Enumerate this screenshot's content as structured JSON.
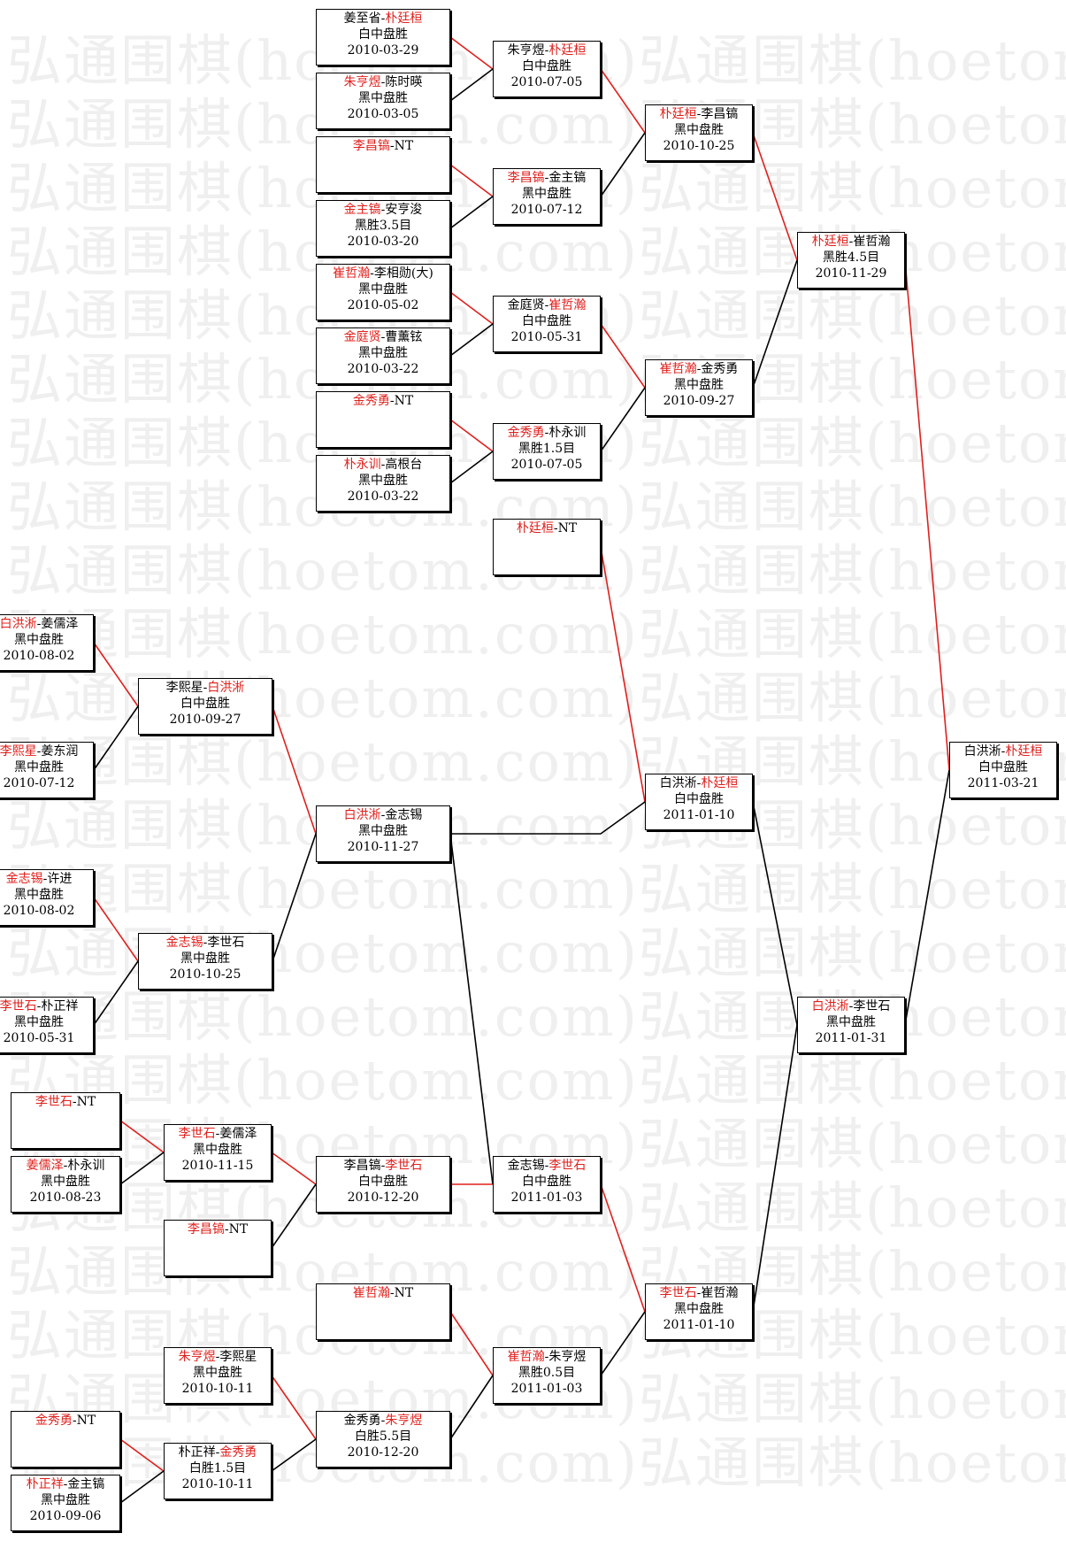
{
  "watermark": "弘通围棋(hoetom.com)",
  "colors": {
    "winner_text": "#e0201c",
    "winner_path": "#e0201c",
    "loser_path": "#000000",
    "box_border": "#000000"
  },
  "matches": [
    {
      "id": "m01",
      "p1": "姜至省",
      "p2": "朴廷桓",
      "winner": 2,
      "result": "白中盘胜",
      "date": "2010-03-29"
    },
    {
      "id": "m02",
      "p1": "朱亨煜",
      "p2": "陈时暎",
      "winner": 1,
      "result": "黑中盘胜",
      "date": "2010-03-05"
    },
    {
      "id": "m03",
      "p1": "李昌镐",
      "p2": "NT",
      "winner": 1,
      "result": "",
      "date": ""
    },
    {
      "id": "m04",
      "p1": "金主镐",
      "p2": "安亨浚",
      "winner": 1,
      "result": "黑胜3.5目",
      "date": "2010-03-20"
    },
    {
      "id": "m05",
      "p1": "崔哲瀚",
      "p2": "李相勋(大)",
      "winner": 1,
      "result": "黑中盘胜",
      "date": "2010-05-02"
    },
    {
      "id": "m06",
      "p1": "金庭贤",
      "p2": "曹薰铉",
      "winner": 1,
      "result": "黑中盘胜",
      "date": "2010-03-22"
    },
    {
      "id": "m07",
      "p1": "金秀勇",
      "p2": "NT",
      "winner": 1,
      "result": "",
      "date": ""
    },
    {
      "id": "m08",
      "p1": "朴永训",
      "p2": "高根台",
      "winner": 1,
      "result": "黑中盘胜",
      "date": "2010-03-22"
    },
    {
      "id": "m09",
      "p1": "朱亨煜",
      "p2": "朴廷桓",
      "winner": 2,
      "result": "白中盘胜",
      "date": "2010-07-05"
    },
    {
      "id": "m10",
      "p1": "李昌镐",
      "p2": "金主镐",
      "winner": 1,
      "result": "黑中盘胜",
      "date": "2010-07-12"
    },
    {
      "id": "m11",
      "p1": "金庭贤",
      "p2": "崔哲瀚",
      "winner": 2,
      "result": "白中盘胜",
      "date": "2010-05-31"
    },
    {
      "id": "m12",
      "p1": "金秀勇",
      "p2": "朴永训",
      "winner": 1,
      "result": "黑胜1.5目",
      "date": "2010-07-05"
    },
    {
      "id": "m13",
      "p1": "朴廷桓",
      "p2": "李昌镐",
      "winner": 1,
      "result": "黑中盘胜",
      "date": "2010-10-25"
    },
    {
      "id": "m14",
      "p1": "崔哲瀚",
      "p2": "金秀勇",
      "winner": 1,
      "result": "黑中盘胜",
      "date": "2010-09-27"
    },
    {
      "id": "m15",
      "p1": "朴廷桓",
      "p2": "崔哲瀚",
      "winner": 1,
      "result": "黑胜4.5目",
      "date": "2010-11-29"
    },
    {
      "id": "m16",
      "p1": "朴廷桓",
      "p2": "NT",
      "winner": 1,
      "result": "",
      "date": ""
    },
    {
      "id": "m17",
      "p1": "白洪淅",
      "p2": "姜儒泽",
      "winner": 1,
      "result": "黑中盘胜",
      "date": "2010-08-02"
    },
    {
      "id": "m18",
      "p1": "李熙星",
      "p2": "姜东润",
      "winner": 1,
      "result": "黑中盘胜",
      "date": "2010-07-12"
    },
    {
      "id": "m19",
      "p1": "李熙星",
      "p2": "白洪淅",
      "winner": 2,
      "result": "白中盘胜",
      "date": "2010-09-27"
    },
    {
      "id": "m20",
      "p1": "金志锡",
      "p2": "许进",
      "winner": 1,
      "result": "黑中盘胜",
      "date": "2010-08-02"
    },
    {
      "id": "m21",
      "p1": "李世石",
      "p2": "朴正祥",
      "winner": 1,
      "result": "黑中盘胜",
      "date": "2010-05-31"
    },
    {
      "id": "m22",
      "p1": "金志锡",
      "p2": "李世石",
      "winner": 1,
      "result": "黑中盘胜",
      "date": "2010-10-25"
    },
    {
      "id": "m23",
      "p1": "白洪淅",
      "p2": "金志锡",
      "winner": 1,
      "result": "黑中盘胜",
      "date": "2010-11-27"
    },
    {
      "id": "m24",
      "p1": "白洪淅",
      "p2": "朴廷桓",
      "winner": 2,
      "result": "白中盘胜",
      "date": "2011-01-10"
    },
    {
      "id": "m25",
      "p1": "李世石",
      "p2": "NT",
      "winner": 1,
      "result": "",
      "date": ""
    },
    {
      "id": "m26",
      "p1": "姜儒泽",
      "p2": "朴永训",
      "winner": 1,
      "result": "黑中盘胜",
      "date": "2010-08-23"
    },
    {
      "id": "m27",
      "p1": "李世石",
      "p2": "姜儒泽",
      "winner": 1,
      "result": "黑中盘胜",
      "date": "2010-11-15"
    },
    {
      "id": "m28",
      "p1": "李昌镐",
      "p2": "NT",
      "winner": 1,
      "result": "",
      "date": ""
    },
    {
      "id": "m29",
      "p1": "李昌镐",
      "p2": "李世石",
      "winner": 2,
      "result": "白中盘胜",
      "date": "2010-12-20"
    },
    {
      "id": "m30",
      "p1": "金志锡",
      "p2": "李世石",
      "winner": 2,
      "result": "白中盘胜",
      "date": "2011-01-03"
    },
    {
      "id": "m31",
      "p1": "崔哲瀚",
      "p2": "NT",
      "winner": 1,
      "result": "",
      "date": ""
    },
    {
      "id": "m32",
      "p1": "朱亨煜",
      "p2": "李熙星",
      "winner": 1,
      "result": "黑中盘胜",
      "date": "2010-10-11"
    },
    {
      "id": "m33",
      "p1": "金秀勇",
      "p2": "NT",
      "winner": 1,
      "result": "",
      "date": ""
    },
    {
      "id": "m34",
      "p1": "朴正祥",
      "p2": "金主镐",
      "winner": 1,
      "result": "黑中盘胜",
      "date": "2010-09-06"
    },
    {
      "id": "m35",
      "p1": "朴正祥",
      "p2": "金秀勇",
      "winner": 2,
      "result": "白胜1.5目",
      "date": "2010-10-11"
    },
    {
      "id": "m36",
      "p1": "金秀勇",
      "p2": "朱亨煜",
      "winner": 2,
      "result": "白胜5.5目",
      "date": "2010-12-20"
    },
    {
      "id": "m37",
      "p1": "崔哲瀚",
      "p2": "朱亨煜",
      "winner": 1,
      "result": "黑胜0.5目",
      "date": "2011-01-03"
    },
    {
      "id": "m38",
      "p1": "李世石",
      "p2": "崔哲瀚",
      "winner": 1,
      "result": "黑中盘胜",
      "date": "2011-01-10"
    },
    {
      "id": "m39",
      "p1": "白洪淅",
      "p2": "李世石",
      "winner": 1,
      "result": "黑中盘胜",
      "date": "2011-01-31"
    },
    {
      "id": "m40",
      "p1": "白洪淅",
      "p2": "朴廷桓",
      "winner": 2,
      "result": "白中盘胜",
      "date": "2011-03-21"
    }
  ]
}
